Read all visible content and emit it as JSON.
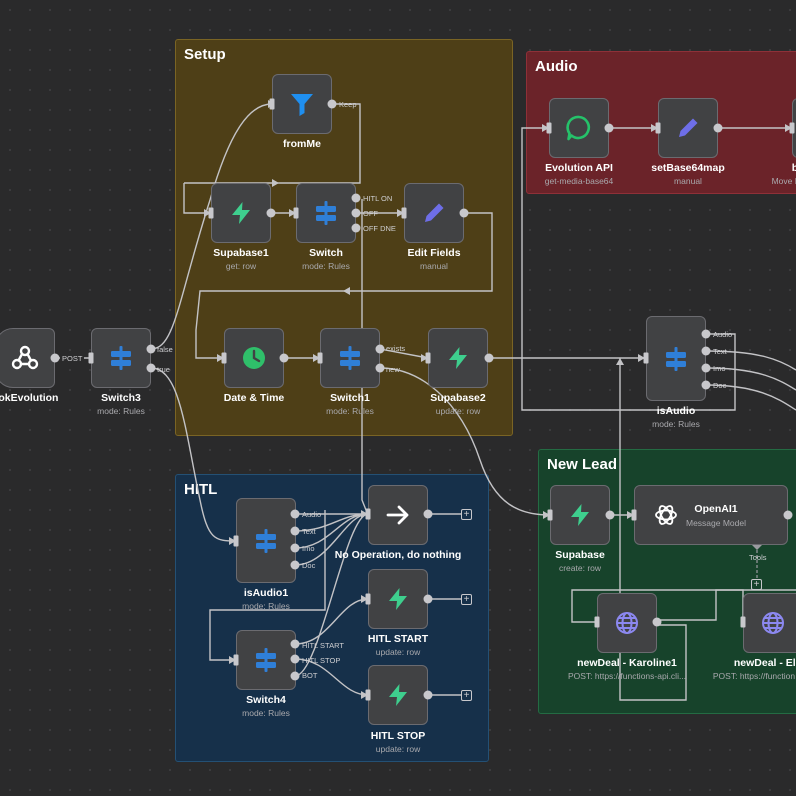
{
  "canvas": {
    "background": "#2a2a2b"
  },
  "stickies": [
    {
      "id": "setup",
      "title": "Setup",
      "color": "#4e3f17",
      "border": "#7a6424"
    },
    {
      "id": "audio",
      "title": "Audio",
      "color": "#6b2329",
      "border": "#8e3038"
    },
    {
      "id": "hitl",
      "title": "HITL",
      "color": "#16304a",
      "border": "#245074"
    },
    {
      "id": "newlead",
      "title": "New Lead",
      "color": "#17432b",
      "border": "#246b43"
    }
  ],
  "colors": {
    "supabase": "#3ecf8e",
    "switch": "#2f7fd8",
    "filter": "#1f8ff0",
    "edit": "#6e6ee8",
    "clock": "#2fbf6a",
    "evolution": "#25c26a",
    "edge": "#c3c3c6"
  },
  "nodes": [
    {
      "id": "webhook",
      "name": "hookEvolution",
      "sub": "",
      "icon": "webhook-icon"
    },
    {
      "id": "switch3",
      "name": "Switch3",
      "sub": "mode: Rules",
      "icon": "switch-icon",
      "outputs": [
        "false",
        "true"
      ]
    },
    {
      "id": "fromme",
      "name": "fromMe",
      "sub": "",
      "icon": "filter-icon",
      "outputs": [
        "Keep"
      ]
    },
    {
      "id": "supabase1",
      "name": "Supabase1",
      "sub": "get: row",
      "icon": "supabase-icon"
    },
    {
      "id": "switch",
      "name": "Switch",
      "sub": "mode: Rules",
      "icon": "switch-icon",
      "outputs": [
        "HITL ON",
        "OFF",
        "OFF DNE"
      ]
    },
    {
      "id": "editfields",
      "name": "Edit Fields",
      "sub": "manual",
      "icon": "pencil-icon"
    },
    {
      "id": "datetime",
      "name": "Date & Time",
      "sub": "",
      "icon": "clock-icon"
    },
    {
      "id": "switch1",
      "name": "Switch1",
      "sub": "mode: Rules",
      "icon": "switch-icon",
      "outputs": [
        "exists",
        "new"
      ]
    },
    {
      "id": "supabase2",
      "name": "Supabase2",
      "sub": "update: row",
      "icon": "supabase-icon"
    },
    {
      "id": "evolution",
      "name": "Evolution API",
      "sub": "get-media-base64",
      "icon": "evolution-icon"
    },
    {
      "id": "setbase",
      "name": "setBase64map",
      "sub": "manual",
      "icon": "pencil-icon"
    },
    {
      "id": "b_partial",
      "name": "b",
      "sub": "Move B",
      "icon": "pencil-icon"
    },
    {
      "id": "isaudio",
      "name": "isAudio",
      "sub": "mode: Rules",
      "icon": "switch-icon",
      "outputs": [
        "Audio",
        "Text",
        "Imo",
        "Doc"
      ]
    },
    {
      "id": "isaudio1",
      "name": "isAudio1",
      "sub": "mode: Rules",
      "icon": "switch-icon",
      "outputs": [
        "Audio",
        "Text",
        "Imo",
        "Doc"
      ]
    },
    {
      "id": "noop",
      "name": "No Operation, do nothing",
      "sub": "",
      "icon": "arrow-right-icon"
    },
    {
      "id": "hitlstart",
      "name": "HITL START",
      "sub": "update: row",
      "icon": "supabase-icon"
    },
    {
      "id": "switch4",
      "name": "Switch4",
      "sub": "mode: Rules",
      "icon": "switch-icon",
      "outputs": [
        "HITL START",
        "HITL STOP",
        "BOT"
      ]
    },
    {
      "id": "hitlstop",
      "name": "HITL STOP",
      "sub": "update: row",
      "icon": "supabase-icon"
    },
    {
      "id": "supabase",
      "name": "Supabase",
      "sub": "create: row",
      "icon": "supabase-icon"
    },
    {
      "id": "openai1",
      "name": "OpenAI1",
      "sub": "Message Model",
      "icon": "openai-icon",
      "tools_label": "Tools"
    },
    {
      "id": "newdeal_k",
      "name": "newDeal - Karoline1",
      "sub": "POST: https://functions-api.cli...",
      "icon": "globe-icon"
    },
    {
      "id": "newdeal_e",
      "name": "newDeal - Elu",
      "sub": "POST: https://function",
      "icon": "globe-icon"
    }
  ],
  "edge_labels": {
    "post": "POST"
  }
}
